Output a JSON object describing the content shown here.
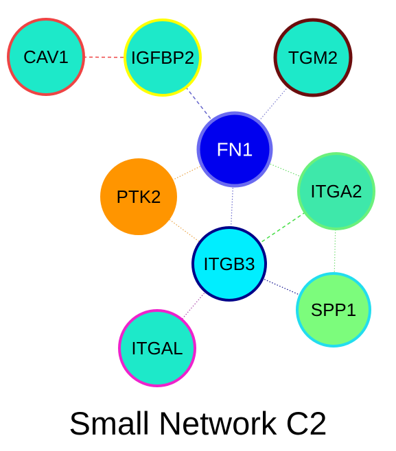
{
  "title": "Small Network C2",
  "nodes": [
    {
      "id": "CAV1",
      "label": "CAV1",
      "fill": "#1de9c9",
      "stroke": "#ee4444",
      "text_color": "#000000"
    },
    {
      "id": "IGFBP2",
      "label": "IGFBP2",
      "fill": "#1de9c9",
      "stroke": "#ffff00",
      "text_color": "#000000"
    },
    {
      "id": "TGM2",
      "label": "TGM2",
      "fill": "#1de9c9",
      "stroke": "#6b0d0d",
      "text_color": "#000000"
    },
    {
      "id": "FN1",
      "label": "FN1",
      "fill": "#0000ee",
      "stroke": "#6a6af0",
      "text_color": "#ffffff"
    },
    {
      "id": "PTK2",
      "label": "PTK2",
      "fill": "#ff9500",
      "stroke": "#ff9500",
      "text_color": "#000000"
    },
    {
      "id": "ITGA2",
      "label": "ITGA2",
      "fill": "#3ee8aa",
      "stroke": "#6bf07b",
      "text_color": "#000000"
    },
    {
      "id": "ITGB3",
      "label": "ITGB3",
      "fill": "#00eeff",
      "stroke": "#000088",
      "text_color": "#000000"
    },
    {
      "id": "SPP1",
      "label": "SPP1",
      "fill": "#7cfc7c",
      "stroke": "#22ddee",
      "text_color": "#000000"
    },
    {
      "id": "ITGAL",
      "label": "ITGAL",
      "fill": "#1de9c9",
      "stroke": "#ee22cc",
      "text_color": "#000000"
    }
  ],
  "edges": [
    {
      "source": "CAV1",
      "target": "IGFBP2",
      "color": "#ee4444",
      "style": "dashed"
    },
    {
      "source": "IGFBP2",
      "target": "FN1",
      "color": "#6666cc",
      "style": "dashed"
    },
    {
      "source": "TGM2",
      "target": "FN1",
      "color": "#7777cc",
      "style": "dotted"
    },
    {
      "source": "FN1",
      "target": "PTK2",
      "color": "#e8a040",
      "style": "dotted"
    },
    {
      "source": "FN1",
      "target": "ITGA2",
      "color": "#66dd66",
      "style": "dotted"
    },
    {
      "source": "FN1",
      "target": "ITGB3",
      "color": "#6666cc",
      "style": "dotted"
    },
    {
      "source": "PTK2",
      "target": "ITGB3",
      "color": "#e8a040",
      "style": "dotted"
    },
    {
      "source": "ITGA2",
      "target": "ITGB3",
      "color": "#44dd44",
      "style": "dashed"
    },
    {
      "source": "ITGA2",
      "target": "SPP1",
      "color": "#77dd77",
      "style": "dotted"
    },
    {
      "source": "ITGB3",
      "target": "SPP1",
      "color": "#000088",
      "style": "dotted"
    },
    {
      "source": "ITGB3",
      "target": "ITGAL",
      "color": "#aa44aa",
      "style": "dotted"
    }
  ]
}
